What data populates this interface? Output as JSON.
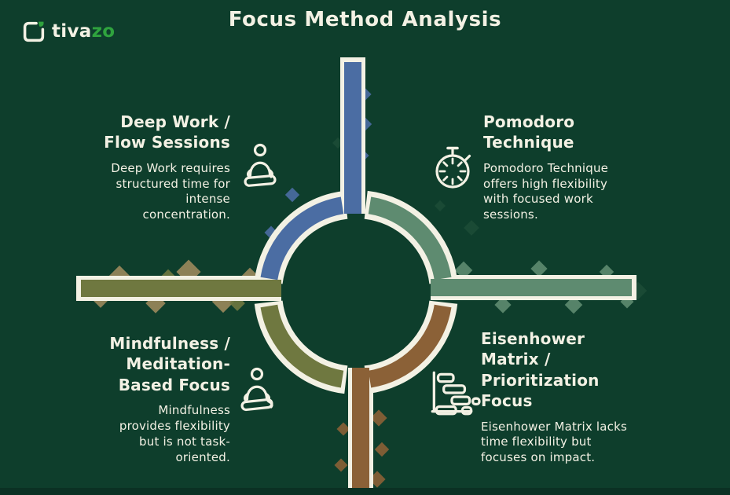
{
  "brand": {
    "name_primary": "tiva",
    "name_accent": "zo",
    "accent_color": "#2fa33e",
    "logo_icon": "tivazo-bracket-leaf-icon"
  },
  "title": "Focus Method Analysis",
  "colors": {
    "background": "#0e3e2c",
    "outline": "#f3f1e4",
    "text": "#f3f1e4",
    "tan_texture": "#8d8157",
    "dark_texture": "#1c4c37",
    "footer_strip": "#0b3124"
  },
  "quadrants": [
    {
      "id": "deep-work",
      "position": "top-left",
      "heading": "Deep Work /\nFlow Sessions",
      "body": "Deep Work requires\nstructured time for\nintense\nconcentration.",
      "icon": "meditating-person-icon",
      "color": "#4b6da3"
    },
    {
      "id": "pomodoro",
      "position": "top-right",
      "heading": "Pomodoro\nTechnique",
      "body": "Pomodoro Technique\noffers high flexibility\nwith focused work\nsessions.",
      "icon": "stopwatch-icon",
      "color": "#5e8b70"
    },
    {
      "id": "mindfulness",
      "position": "bottom-left",
      "heading": "Mindfulness /\nMeditation-\nBased Focus",
      "body": "Mindfulness\nprovides flexibility\nbut is not task-\noriented.",
      "icon": "meditating-person-icon",
      "color": "#6f7840"
    },
    {
      "id": "eisenhower",
      "position": "bottom-right",
      "heading": "Eisenhower\nMatrix /\nPrioritization\nFocus",
      "body": "Eisenhower Matrix lacks\ntime flexibility but\nfocuses on impact.",
      "icon": "gantt-matrix-icon",
      "color": "#8b6137"
    }
  ]
}
